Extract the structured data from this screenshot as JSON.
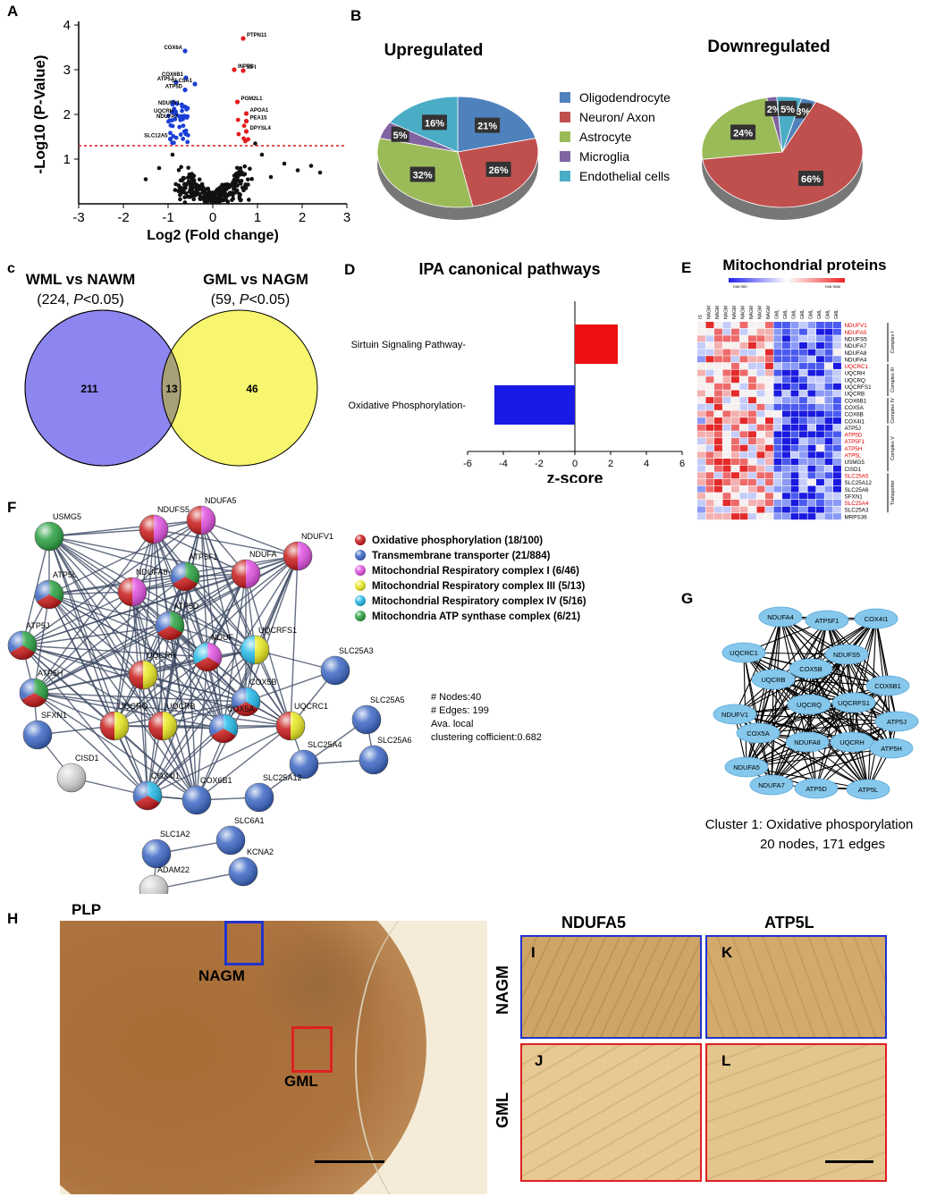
{
  "panels": {
    "A": "A",
    "B": "B",
    "C": "c",
    "D": "D",
    "E": "E",
    "F": "F",
    "G": "G",
    "H": "H",
    "I": "I",
    "J": "J",
    "K": "K",
    "L": "L"
  },
  "chart_data": [
    {
      "panel": "A",
      "type": "scatter",
      "xlabel": "Log2 (Fold change)",
      "ylabel": "-Log10 (P-Value)",
      "xlim": [
        -3,
        3
      ],
      "ylim": [
        0,
        4
      ],
      "xticks": [
        "-3",
        "-2",
        "-1",
        "0",
        "1",
        "2",
        "3"
      ],
      "yticks": [
        "1",
        "2",
        "3",
        "4"
      ],
      "threshold_y": 1.3,
      "colors": {
        "down": "#1a3fd6",
        "up": "#e31a1c",
        "ns": "#111111",
        "threshold": "#d7191c"
      },
      "labeled_points": [
        {
          "label": "COX6A",
          "x": -0.62,
          "y": 3.42,
          "group": "down"
        },
        {
          "label": "COX6B1",
          "x": -0.6,
          "y": 2.82,
          "group": "down"
        },
        {
          "label": "ATP5J",
          "x": -0.82,
          "y": 2.72,
          "group": "down"
        },
        {
          "label": "SLC5A1",
          "x": -0.4,
          "y": 2.68,
          "group": "down"
        },
        {
          "label": "ATP5D",
          "x": -0.62,
          "y": 2.55,
          "group": "down"
        },
        {
          "label": "NDUFV1",
          "x": -0.68,
          "y": 2.18,
          "group": "down"
        },
        {
          "label": "UQCRH",
          "x": -0.82,
          "y": 2.0,
          "group": "down"
        },
        {
          "label": "NDUFA7",
          "x": -0.72,
          "y": 1.88,
          "group": "down"
        },
        {
          "label": "SLC12A5",
          "x": -0.95,
          "y": 1.45,
          "group": "down"
        },
        {
          "label": "PTPN11",
          "x": 0.68,
          "y": 3.7,
          "group": "up"
        },
        {
          "label": "INPP1",
          "x": 0.48,
          "y": 3.0,
          "group": "up"
        },
        {
          "label": "MFI",
          "x": 0.68,
          "y": 2.98,
          "group": "up"
        },
        {
          "label": "PGM2L1",
          "x": 0.55,
          "y": 2.28,
          "group": "up"
        },
        {
          "label": "APOA1",
          "x": 0.75,
          "y": 2.02,
          "group": "up"
        },
        {
          "label": "PEA15",
          "x": 0.75,
          "y": 1.85,
          "group": "up"
        },
        {
          "label": "DPYSL4",
          "x": 0.75,
          "y": 1.62,
          "group": "up"
        }
      ]
    },
    {
      "panel": "B-up",
      "type": "pie",
      "title": "Upregulated",
      "slices": [
        {
          "name": "Oligodendrocyte",
          "value": 21,
          "label": "21%",
          "color": "#4f81bd"
        },
        {
          "name": "Neuron/ Axon",
          "value": 26,
          "label": "26%",
          "color": "#c0504d"
        },
        {
          "name": "Astrocyte",
          "value": 32,
          "label": "32%",
          "color": "#9bbb59"
        },
        {
          "name": "Microglia",
          "value": 5,
          "label": "5%",
          "color": "#8064a2"
        },
        {
          "name": "Endothelial cells",
          "value": 16,
          "label": "16%",
          "color": "#4bacc6"
        }
      ]
    },
    {
      "panel": "B-down",
      "type": "pie",
      "title": "Downregulated",
      "slices": [
        {
          "name": "Oligodendrocyte",
          "value": 3,
          "label": "3%",
          "color": "#4f81bd"
        },
        {
          "name": "Neuron/ Axon",
          "value": 66,
          "label": "66%",
          "color": "#c0504d"
        },
        {
          "name": "Astrocyte",
          "value": 24,
          "label": "24%",
          "color": "#9bbb59"
        },
        {
          "name": "Microglia",
          "value": 2,
          "label": "2%",
          "color": "#8064a2"
        },
        {
          "name": "Endothelial cells",
          "value": 5,
          "label": "5%",
          "color": "#4bacc6"
        }
      ]
    },
    {
      "panel": "D",
      "type": "bar",
      "title": "IPA canonical pathways",
      "xlabel": "z-score",
      "xlim": [
        -6,
        6
      ],
      "xticks": [
        "-6",
        "-4",
        "-2",
        "0",
        "2",
        "4",
        "6"
      ],
      "categories": [
        "Sirtuin Signaling Pathway",
        "Oxidative Phosphorylation"
      ],
      "values": [
        2.4,
        -4.5
      ],
      "colors": [
        "#ee1111",
        "#1a1ae6"
      ]
    },
    {
      "panel": "E",
      "type": "heatmap",
      "title": "Mitochondrial proteins",
      "scale_labels": {
        "min": "row min",
        "max": "row max"
      },
      "columns": [
        "IS",
        "NAGM",
        "NAGM",
        "NAGM",
        "NAGM",
        "NAGM",
        "NAGM",
        "NAGM",
        "NAGM",
        "GML",
        "GML",
        "GML",
        "GML",
        "GML",
        "GML",
        "GML",
        "GML"
      ],
      "rows": [
        "NDUFV1",
        "NDUFA5",
        "NDUFS5",
        "NDUFA7",
        "NDUFA8",
        "NDUFA4",
        "UQCRC1",
        "UQCRH",
        "UQCRQ",
        "UQCRFS1",
        "UQCRB",
        "COX6B1",
        "COX5A",
        "COX6B",
        "COX4I1",
        "ATP5J",
        "ATP5D",
        "ATP5F1",
        "ATP5H",
        "ATP5L",
        "USMG5",
        "CISD1",
        "SLC25A5",
        "SLC25A12",
        "SLC25A6",
        "SFXN1",
        "SLC25A4",
        "SLC25A3",
        "MRPS36"
      ],
      "red_rows": [
        "NDUFV1",
        "NDUFA5",
        "UQCRC1",
        "ATP5D",
        "ATP5F1",
        "ATP5H",
        "ATP5L",
        "SLC25A5",
        "SLC25A4"
      ],
      "groups": [
        {
          "name": "Complex I",
          "from": 0,
          "to": 5
        },
        {
          "name": "Complex III",
          "from": 6,
          "to": 10
        },
        {
          "name": "Complex IV",
          "from": 11,
          "to": 14
        },
        {
          "name": "Complex V",
          "from": 15,
          "to": 21
        },
        {
          "name": "Transporter",
          "from": 22,
          "to": 27
        }
      ]
    }
  ],
  "venn": {
    "left_title": "WML vs NAWM",
    "left_n": "224",
    "right_title": "GML vs NAGM",
    "right_n": "59",
    "p_text": "P",
    "p_suffix": "<0.05)",
    "left_only": "211",
    "overlap": "13",
    "right_only": "46",
    "colors": {
      "left": "#8d85f0",
      "right": "#f7f66e",
      "overlap": "#a8a078"
    }
  },
  "network_f": {
    "legend": [
      {
        "label": "Oxidative phosphorylation  (18/100)",
        "color": "#c81818"
      },
      {
        "label": "Transmembrane transporter (21/884)",
        "color": "#3a66c4"
      },
      {
        "label": "Mitochondrial Respiratory complex I (6/46)",
        "color": "#e050e0"
      },
      {
        "label": "Mitochondrial Respiratory complex III (5/13)",
        "color": "#e8e820"
      },
      {
        "label": "Mitochondrial Respiratory complex IV (5/16)",
        "color": "#20b8e8"
      },
      {
        "label": "Mitochondria ATP synthase complex (6/21)",
        "color": "#28a040"
      }
    ],
    "stats": [
      "# Nodes:40",
      "# Edges: 199",
      "Ava. local",
      "clustering cofficient:0.682"
    ],
    "nodes": [
      "USMG5",
      "NDUFS5",
      "NDUFA5",
      "NDUFV1",
      "ATP5L",
      "NDUFA8",
      "ATP5F1",
      "NDUFA",
      "ATP5D",
      "ATP5J",
      "UQCRH",
      "NDUF",
      "UQCRFS1",
      "ATP5H",
      "COX5B",
      "SLC25A3",
      "SFXN1",
      "UQCRQ",
      "UQCRB",
      "COX5A",
      "UQCRC1",
      "SLC25A5",
      "SLC25A4",
      "SLC25A6",
      "CISD1",
      "COX4I1",
      "COX6B1",
      "SLC25A12",
      "SLC1A2",
      "SLC6A1",
      "ADAM22",
      "KCNA2"
    ]
  },
  "network_g": {
    "caption_line1": "Cluster 1: Oxidative phosporylation",
    "caption_line2": "20 nodes, 171 edges",
    "node_color": "#86c8ec",
    "nodes": [
      "NDUFA4",
      "ATP5F1",
      "COX4I1",
      "UQCRC1",
      "NDUFS5",
      "COX5B",
      "UQCRB",
      "COX6B1",
      "NDUFV1",
      "UQCRFS1",
      "UQCRQ",
      "COX5A",
      "ATP5J",
      "NDUFA8",
      "UQCRH",
      "ATP5H",
      "NDUFA5",
      "NDUFA7",
      "ATP5D",
      "ATP5L"
    ]
  },
  "histology": {
    "plp_label": "PLP",
    "nagm_label": "NAGM",
    "gml_label": "GML",
    "stain1": "NDUFA5",
    "stain2": "ATP5L",
    "row_nagm": "NAGM",
    "row_gml": "GML",
    "box_colors": {
      "nagm": "#2233cc",
      "gml": "#dd2222"
    }
  }
}
